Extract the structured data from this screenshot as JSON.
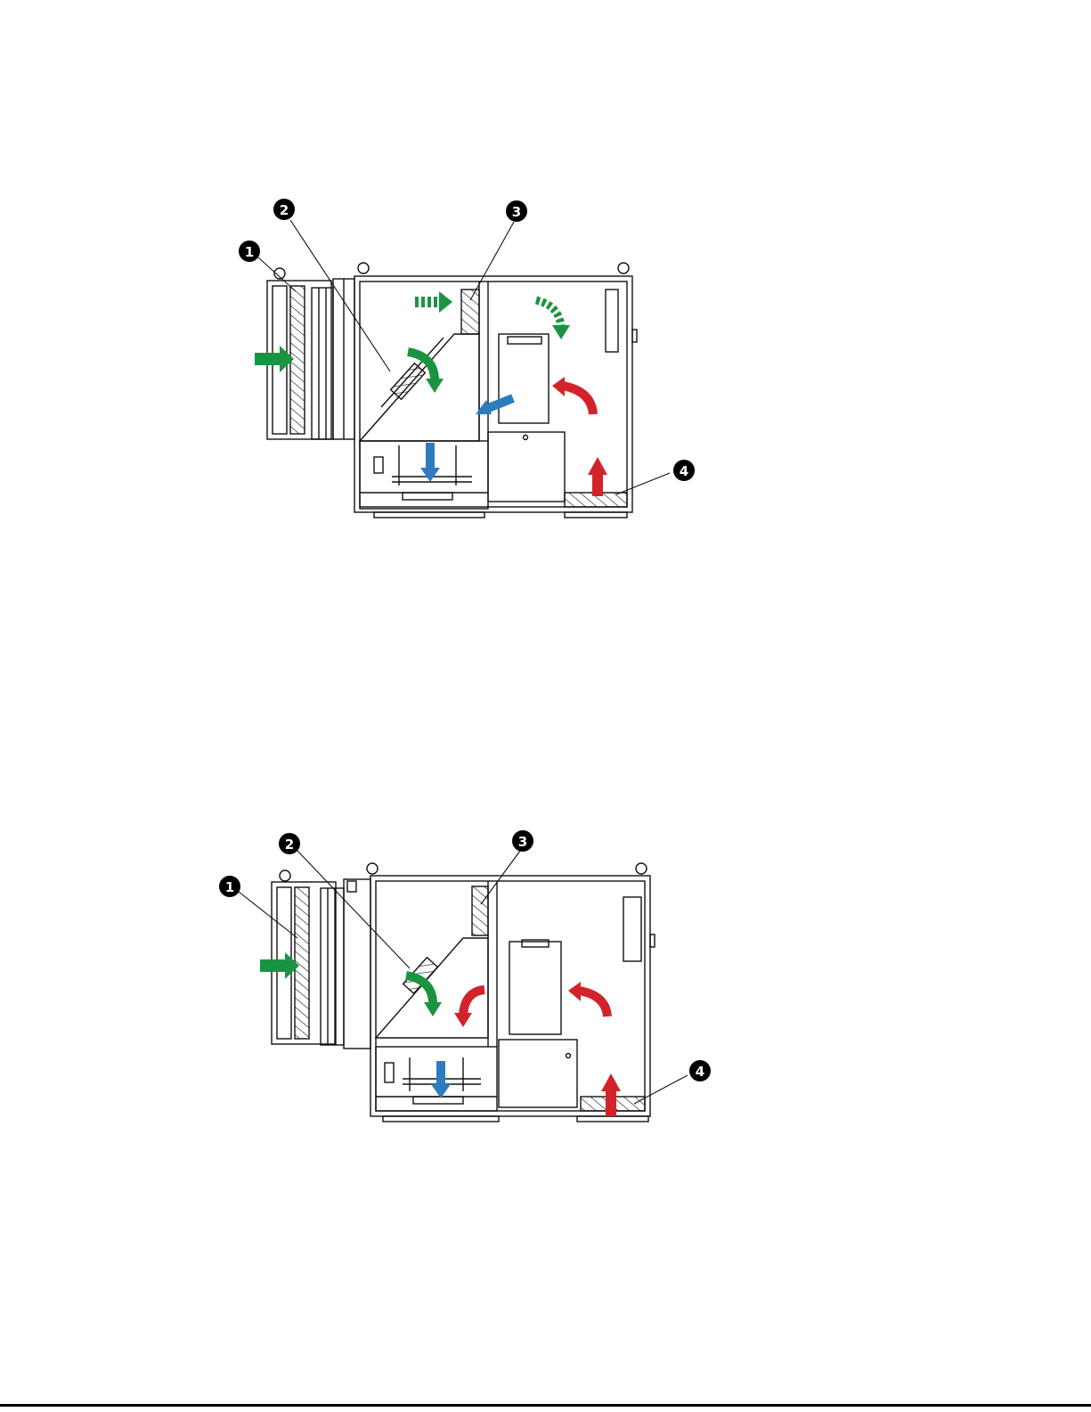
{
  "figures": [
    {
      "callouts": [
        {
          "label": "1"
        },
        {
          "label": "2"
        },
        {
          "label": "3"
        },
        {
          "label": "4"
        }
      ]
    },
    {
      "callouts": [
        {
          "label": "1"
        },
        {
          "label": "2"
        },
        {
          "label": "3"
        },
        {
          "label": "4"
        }
      ]
    }
  ],
  "colors": {
    "green_arrow": "#1a9440",
    "blue_arrow": "#2e7bc0",
    "red_arrow": "#d3232a",
    "line": "#111111",
    "callout_fill": "#000000"
  },
  "icons": [
    "callout-badge",
    "airflow-arrow",
    "louver-filter"
  ]
}
